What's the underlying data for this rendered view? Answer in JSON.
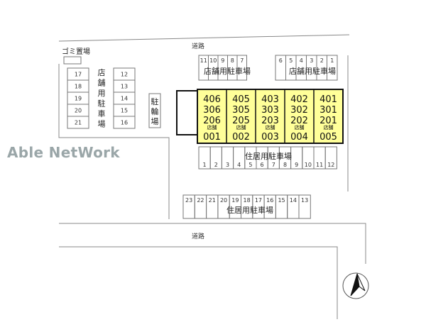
{
  "roads": {
    "top": "道路",
    "bottom": "道路"
  },
  "garbage": {
    "label": "ゴミ置場"
  },
  "bicycle": {
    "label": "駐輪場"
  },
  "left_lot": {
    "label": "店舗用駐車場",
    "col_a": [
      "17",
      "18",
      "19",
      "20",
      "21"
    ],
    "col_b": [
      "12",
      "13",
      "14",
      "15",
      "16"
    ]
  },
  "top_left_lot": {
    "label": "店舗用駐車場",
    "numbers": [
      "11",
      "10",
      "9",
      "8",
      "7"
    ]
  },
  "top_right_lot": {
    "label": "店舗用駐車場",
    "numbers": [
      "6",
      "5",
      "4",
      "3",
      "2",
      "1"
    ]
  },
  "resident_lot_1": {
    "label": "住居用駐車場",
    "numbers": [
      "1",
      "2",
      "3",
      "4",
      "5",
      "6",
      "7",
      "8",
      "9",
      "10",
      "11",
      "12"
    ]
  },
  "resident_lot_2": {
    "label": "住居用駐車場",
    "numbers": [
      "23",
      "22",
      "21",
      "20",
      "19",
      "18",
      "17",
      "16",
      "15",
      "14",
      "13"
    ]
  },
  "building": {
    "fill": "#ffff99",
    "columns": [
      {
        "rooms": [
          "406",
          "306",
          "206"
        ],
        "shop_label": "店舗",
        "shop_no": "001"
      },
      {
        "rooms": [
          "405",
          "305",
          "205"
        ],
        "shop_label": "店舗",
        "shop_no": "002"
      },
      {
        "rooms": [
          "403",
          "303",
          "203"
        ],
        "shop_label": "店舗",
        "shop_no": "003"
      },
      {
        "rooms": [
          "402",
          "302",
          "202"
        ],
        "shop_label": "店舗",
        "shop_no": "004"
      },
      {
        "rooms": [
          "401",
          "301",
          "201"
        ],
        "shop_label": "店舗",
        "shop_no": "005"
      }
    ]
  },
  "watermark": "Able NetWork",
  "compass": {
    "icon": "north-arrow-icon"
  }
}
